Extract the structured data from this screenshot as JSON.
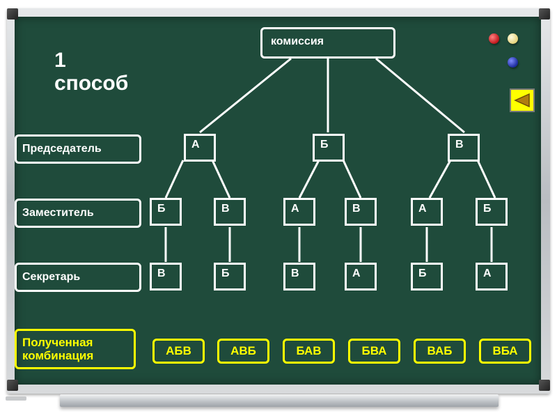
{
  "title": {
    "line1": "1",
    "line2": "способ"
  },
  "root": "комиссия",
  "rows": {
    "chairman": "Председатель",
    "deputy": "Заместитель",
    "secretary": "Секретарь",
    "result": "Полученная комбинация"
  },
  "level1": [
    "А",
    "Б",
    "В"
  ],
  "level2": [
    "Б",
    "В",
    "А",
    "В",
    "А",
    "Б"
  ],
  "level3": [
    "В",
    "Б",
    "В",
    "А",
    "Б",
    "А"
  ],
  "combinations": [
    "АБВ",
    "АВБ",
    "БАВ",
    "БВА",
    "ВАБ",
    "ВБА"
  ],
  "icons": {
    "back": "triangle-left-icon"
  },
  "colors": {
    "board": "#1f4b3b",
    "accent": "#ffff00",
    "line": "#ffffff"
  }
}
